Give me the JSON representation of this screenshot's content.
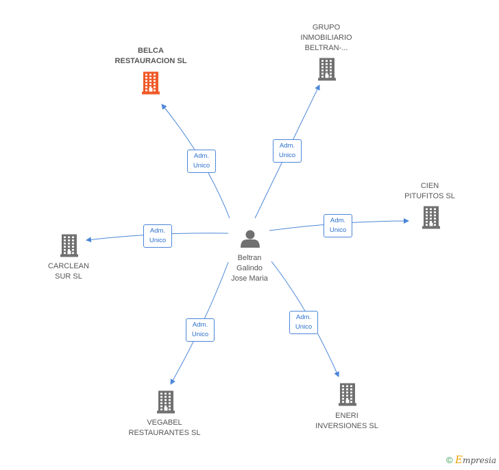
{
  "center": {
    "name_lines": [
      "Beltran",
      "Galindo",
      "Jose Maria"
    ],
    "icon": "person-icon"
  },
  "companies": [
    {
      "id": "belca",
      "lines": [
        "BELCA",
        "RESTAURACION SL"
      ],
      "focus": true,
      "color": "#f05a28"
    },
    {
      "id": "grupo",
      "lines": [
        "GRUPO",
        "INMOBILIARIO",
        "BELTRAN-..."
      ],
      "focus": false,
      "color": "#707070"
    },
    {
      "id": "cien",
      "lines": [
        "CIEN",
        "PITUFITOS SL"
      ],
      "focus": false,
      "color": "#707070"
    },
    {
      "id": "carclean",
      "lines": [
        "CARCLEAN",
        "SUR SL"
      ],
      "focus": false,
      "color": "#707070"
    },
    {
      "id": "vegabel",
      "lines": [
        "VEGABEL",
        "RESTAURANTES SL"
      ],
      "focus": false,
      "color": "#707070"
    },
    {
      "id": "eneri",
      "lines": [
        "ENERI",
        "INVERSIONES SL"
      ],
      "focus": false,
      "color": "#707070"
    }
  ],
  "relations": [
    {
      "to": "belca",
      "lines": [
        "Adm.",
        "Unico"
      ]
    },
    {
      "to": "grupo",
      "lines": [
        "Adm.",
        "Unico"
      ]
    },
    {
      "to": "cien",
      "lines": [
        "Adm.",
        "Unico"
      ]
    },
    {
      "to": "carclean",
      "lines": [
        "Adm.",
        "Unico"
      ]
    },
    {
      "to": "vegabel",
      "lines": [
        "Adm.",
        "Unico"
      ]
    },
    {
      "to": "eneri",
      "lines": [
        "Adm.",
        "Unico"
      ]
    }
  ],
  "colors": {
    "edge": "#4a86d8",
    "person": "#707070"
  },
  "footer": {
    "copyright": "©",
    "brand_initial": "E",
    "brand_rest": "mpresia"
  }
}
